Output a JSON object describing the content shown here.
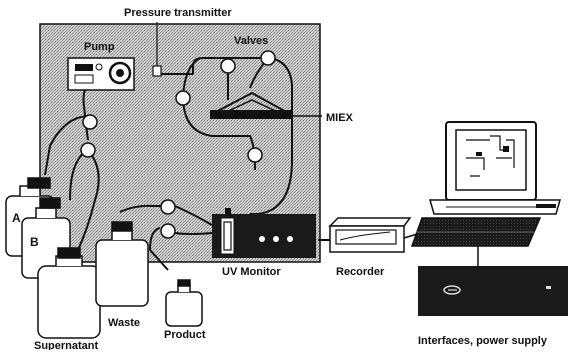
{
  "labels": {
    "pressure_transmitter": "Pressure transmitter",
    "pump": "Pump",
    "valves": "Valves",
    "miex": "MIEX",
    "uv_monitor": "UV Monitor",
    "recorder": "Recorder",
    "waste": "Waste",
    "product": "Product",
    "supernatant": "Supernatant",
    "interfaces": "Interfaces, power supply",
    "bottle_a": "A",
    "bottle_b": "B"
  }
}
